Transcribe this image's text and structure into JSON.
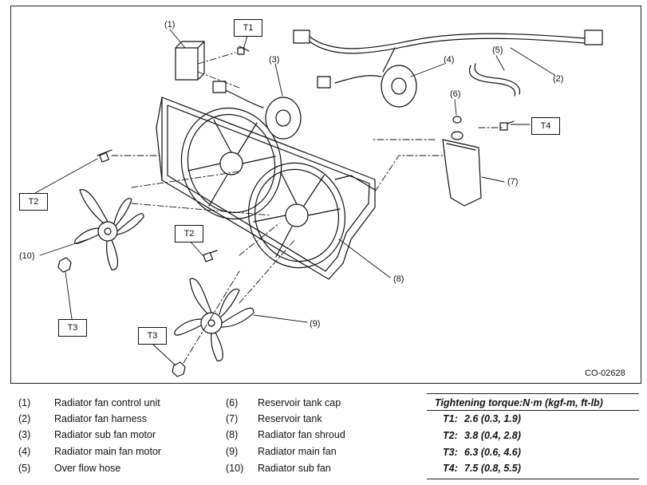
{
  "figure_id": "CO-02628",
  "callouts": {
    "c1": "(1)",
    "c2": "(2)",
    "c3": "(3)",
    "c4": "(4)",
    "c5": "(5)",
    "c6": "(6)",
    "c7": "(7)",
    "c8": "(8)",
    "c9": "(9)",
    "c10": "(10)"
  },
  "torque_tags": {
    "t1": "T1",
    "t2a": "T2",
    "t2b": "T2",
    "t3a": "T3",
    "t3b": "T3",
    "t4": "T4"
  },
  "legend": [
    {
      "num": "(1)",
      "name": "Radiator fan control unit"
    },
    {
      "num": "(2)",
      "name": "Radiator fan harness"
    },
    {
      "num": "(3)",
      "name": "Radiator sub fan motor"
    },
    {
      "num": "(4)",
      "name": "Radiator main fan motor"
    },
    {
      "num": "(5)",
      "name": "Over flow hose"
    },
    {
      "num": "(6)",
      "name": "Reservoir tank cap"
    },
    {
      "num": "(7)",
      "name": "Reservoir tank"
    },
    {
      "num": "(8)",
      "name": "Radiator fan shroud"
    },
    {
      "num": "(9)",
      "name": "Radiator main fan"
    },
    {
      "num": "(10)",
      "name": "Radiator sub fan"
    }
  ],
  "torque": {
    "title": "Tightening torque:N·m (kgf-m, ft-lb)",
    "rows": [
      {
        "key": "T1:",
        "value": "2.6 (0.3, 1.9)"
      },
      {
        "key": "T2:",
        "value": "3.8 (0.4, 2.8)"
      },
      {
        "key": "T3:",
        "value": "6.3 (0.6, 4.6)"
      },
      {
        "key": "T4:",
        "value": "7.5 (0.8, 5.5)"
      }
    ]
  }
}
